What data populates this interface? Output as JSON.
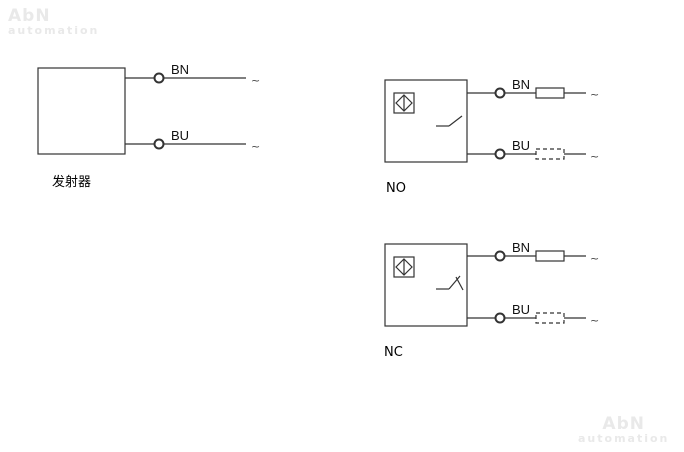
{
  "watermark": {
    "line1": "AbN",
    "line2": "automation"
  },
  "emitter": {
    "caption": "发射器",
    "wire_top": "BN",
    "wire_bottom": "BU",
    "terminal_symbol": "~"
  },
  "no_sensor": {
    "caption": "NO",
    "wire_top": "BN",
    "wire_bottom": "BU",
    "terminal_symbol": "~"
  },
  "nc_sensor": {
    "caption": "NC",
    "wire_top": "BN",
    "wire_bottom": "BU",
    "terminal_symbol": "~"
  },
  "colors": {
    "line": "#333333",
    "watermark": "#e9e9e9"
  }
}
